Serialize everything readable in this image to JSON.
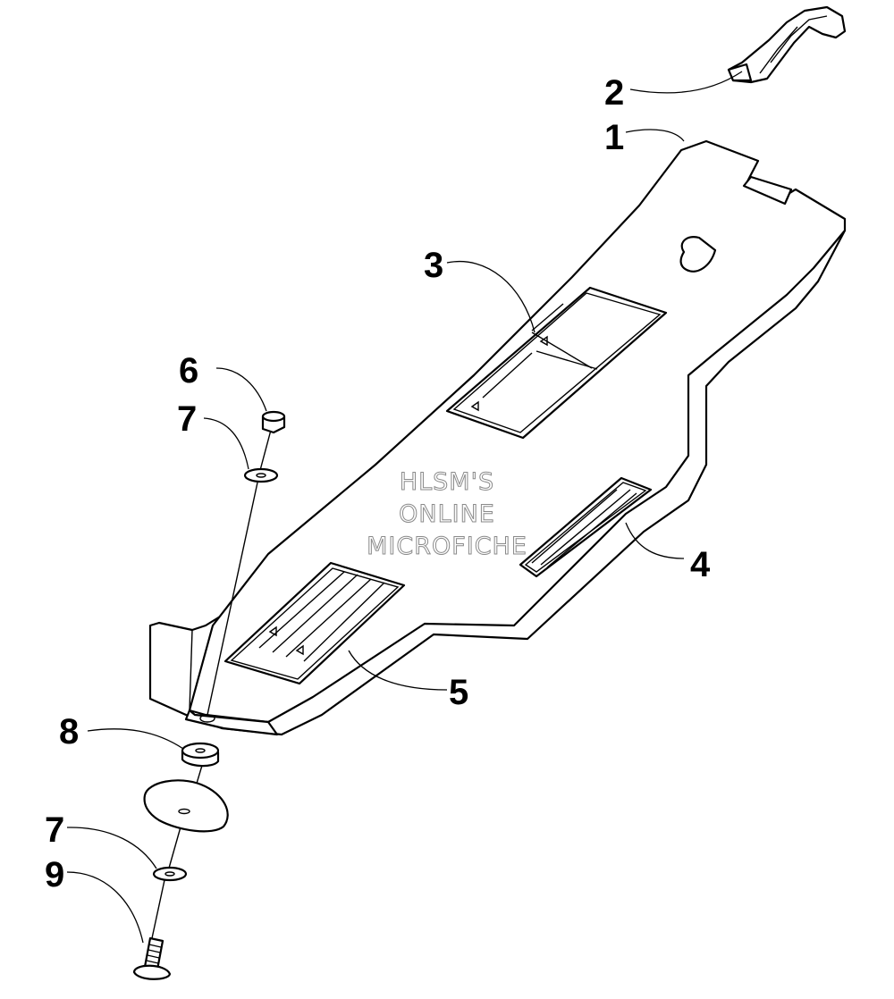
{
  "diagram": {
    "callouts": [
      {
        "label": "1"
      },
      {
        "label": "2"
      },
      {
        "label": "3"
      },
      {
        "label": "4"
      },
      {
        "label": "5"
      },
      {
        "label": "6"
      },
      {
        "label": "7"
      },
      {
        "label": "7"
      },
      {
        "label": "8"
      },
      {
        "label": "9"
      }
    ],
    "watermark": {
      "line1": "HLSM'S",
      "line2": "ONLINE",
      "line3": "MICROFICHE"
    }
  }
}
